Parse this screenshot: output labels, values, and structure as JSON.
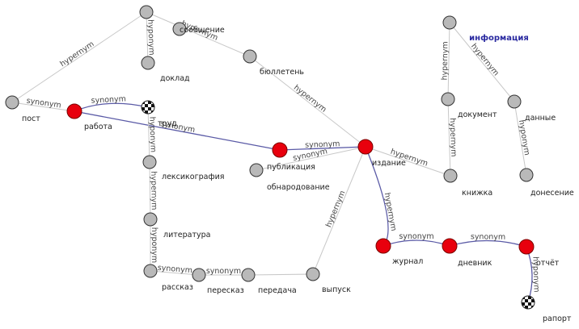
{
  "graph": {
    "nodes": [
      {
        "id": "soobshchenie",
        "label": "сообщение",
        "kind": "grey"
      },
      {
        "id": "doklad",
        "label": "доклад",
        "kind": "grey"
      },
      {
        "id": "byulleten",
        "label": "бюллетень",
        "kind": "grey"
      },
      {
        "id": "post",
        "label": "пост",
        "kind": "grey"
      },
      {
        "id": "rabota",
        "label": "работа",
        "kind": "red"
      },
      {
        "id": "trud",
        "label": "труд",
        "kind": "checker"
      },
      {
        "id": "publikatsiya",
        "label": "публикация",
        "kind": "red"
      },
      {
        "id": "izdanie",
        "label": "издание",
        "kind": "red"
      },
      {
        "id": "obnarodovanie",
        "label": "обнародование",
        "kind": "grey"
      },
      {
        "id": "leksikografiya",
        "label": "лексикография",
        "kind": "grey"
      },
      {
        "id": "literatura",
        "label": "литература",
        "kind": "grey"
      },
      {
        "id": "rasskaz",
        "label": "рассказ",
        "kind": "grey"
      },
      {
        "id": "pereskaz",
        "label": "пересказ",
        "kind": "grey"
      },
      {
        "id": "peredacha",
        "label": "передача",
        "kind": "grey"
      },
      {
        "id": "vypusk",
        "label": "выпуск",
        "kind": "grey"
      },
      {
        "id": "zhurnal",
        "label": "журнал",
        "kind": "red"
      },
      {
        "id": "dnevnik",
        "label": "дневник",
        "kind": "red"
      },
      {
        "id": "otchet",
        "label": "отчёт",
        "kind": "red"
      },
      {
        "id": "raport",
        "label": "рапорт",
        "kind": "checker"
      },
      {
        "id": "knizhka",
        "label": "книжка",
        "kind": "grey"
      },
      {
        "id": "informatsiya",
        "label": "информация",
        "kind": "highlight"
      },
      {
        "id": "dokument",
        "label": "документ",
        "kind": "grey"
      },
      {
        "id": "dannye",
        "label": "данные",
        "kind": "grey"
      },
      {
        "id": "donesenie",
        "label": "донесение",
        "kind": "grey"
      },
      {
        "id": "top_unlabeled",
        "label": "",
        "kind": "grey"
      },
      {
        "id": "info_unlabeled",
        "label": "",
        "kind": "grey"
      }
    ],
    "edges": [
      {
        "from": "post",
        "to": "top_unlabeled",
        "label": "hypernym",
        "style": "plain"
      },
      {
        "from": "top_unlabeled",
        "to": "doklad",
        "label": "hyponym",
        "style": "plain"
      },
      {
        "from": "top_unlabeled",
        "to": "byulleten",
        "label": "hypernym",
        "style": "plain"
      },
      {
        "from": "byulleten",
        "to": "izdanie",
        "label": "hypernym",
        "style": "plain"
      },
      {
        "from": "post",
        "to": "rabota",
        "label": "synonym",
        "style": "plain"
      },
      {
        "from": "rabota",
        "to": "trud",
        "label": "synonym",
        "style": "path"
      },
      {
        "from": "rabota",
        "to": "publikatsiya",
        "label": "synonym",
        "style": "path"
      },
      {
        "from": "trud",
        "to": "leksikografiya",
        "label": "hyponym",
        "style": "plain"
      },
      {
        "from": "leksikografiya",
        "to": "literatura",
        "label": "hypernym",
        "style": "plain"
      },
      {
        "from": "literatura",
        "to": "rasskaz",
        "label": "hyponym",
        "style": "plain"
      },
      {
        "from": "rasskaz",
        "to": "pereskaz",
        "label": "synonym",
        "style": "plain"
      },
      {
        "from": "pereskaz",
        "to": "peredacha",
        "label": "synonym",
        "style": "plain"
      },
      {
        "from": "peredacha",
        "to": "vypusk",
        "label": "",
        "style": "plain"
      },
      {
        "from": "vypusk",
        "to": "izdanie",
        "label": "hypernym",
        "style": "plain"
      },
      {
        "from": "publikatsiya",
        "to": "izdanie",
        "label": "synonym",
        "style": "path"
      },
      {
        "from": "obnarodovanie",
        "to": "izdanie",
        "label": "synonym",
        "style": "plain"
      },
      {
        "from": "izdanie",
        "to": "knizhka",
        "label": "hypernym",
        "style": "plain"
      },
      {
        "from": "izdanie",
        "to": "zhurnal",
        "label": "hypernym",
        "style": "path"
      },
      {
        "from": "zhurnal",
        "to": "dnevnik",
        "label": "synonym",
        "style": "path"
      },
      {
        "from": "dnevnik",
        "to": "otchet",
        "label": "synonym",
        "style": "path"
      },
      {
        "from": "otchet",
        "to": "raport",
        "label": "hyponym",
        "style": "path"
      },
      {
        "from": "info_unlabeled",
        "to": "dokument",
        "label": "hypernym",
        "style": "plain"
      },
      {
        "from": "info_unlabeled",
        "to": "dannye",
        "label": "hypernym",
        "style": "plain"
      },
      {
        "from": "dokument",
        "to": "knizhka",
        "label": "hypernym",
        "style": "plain"
      },
      {
        "from": "dannye",
        "to": "donesenie",
        "label": "hyponym",
        "style": "plain"
      }
    ]
  }
}
